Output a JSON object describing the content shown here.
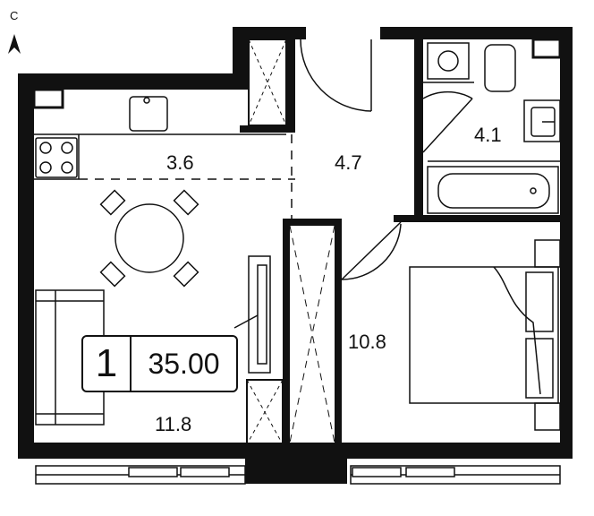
{
  "compass": {
    "label": "С"
  },
  "rooms": [
    {
      "id": "kitchen",
      "area": "3.6"
    },
    {
      "id": "hall",
      "area": "4.7"
    },
    {
      "id": "bathroom",
      "area": "4.1"
    },
    {
      "id": "living",
      "area": "11.8"
    },
    {
      "id": "bedroom",
      "area": "10.8"
    }
  ],
  "apartment": {
    "rooms_count": "1",
    "total_area": "35.00"
  }
}
